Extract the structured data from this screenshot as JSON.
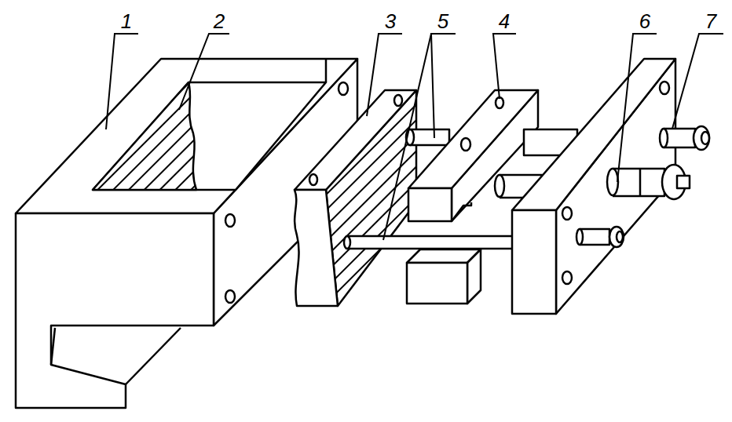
{
  "diagram": {
    "labels": [
      "1",
      "2",
      "3",
      "5",
      "4",
      "6",
      "7"
    ]
  }
}
